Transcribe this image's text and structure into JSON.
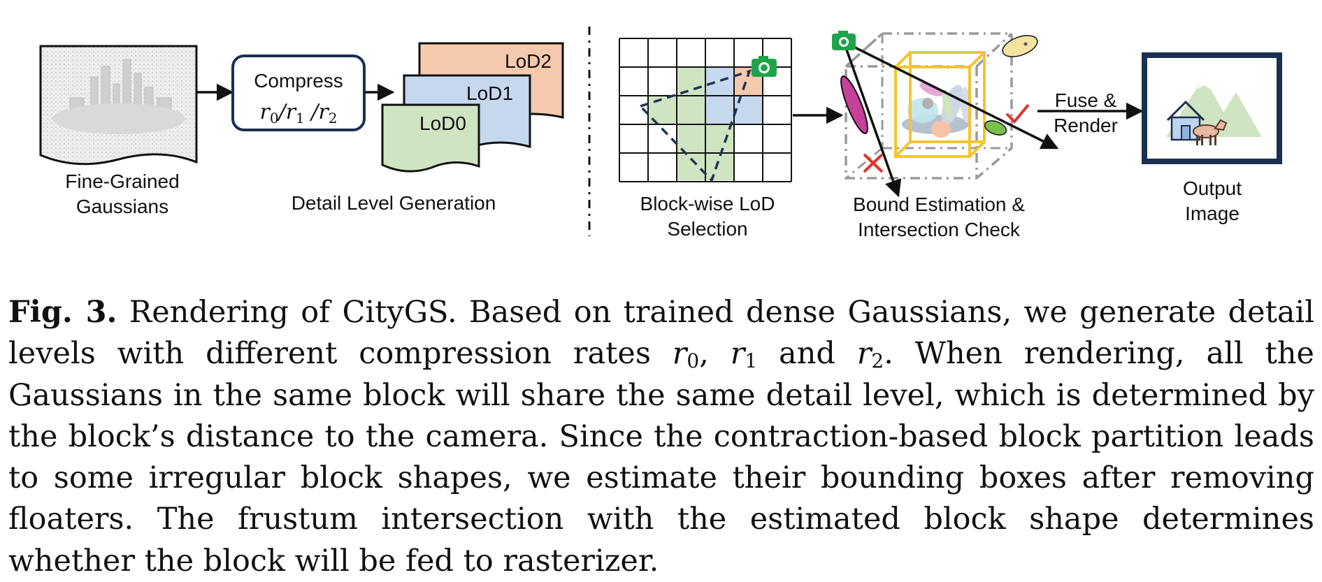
{
  "figure": {
    "fine_grained_label": [
      "Fine-Grained",
      "Gaussians"
    ],
    "compress_label": "Compress",
    "compress_rates": {
      "r": "r",
      "subs": [
        "0",
        "1",
        "2"
      ]
    },
    "lod_labels": [
      "LoD0",
      "LoD1",
      "LoD2"
    ],
    "detail_level_label": "Detail Level Generation",
    "blockwise_label": [
      "Block-wise LoD",
      "Selection"
    ],
    "bound_label": [
      "Bound Estimation &",
      "Intersection Check"
    ],
    "fuse_label": [
      "Fuse &",
      "Render"
    ],
    "output_label": [
      "Output",
      "Image"
    ],
    "colors": {
      "lod0": "#cfe4c1",
      "lod1": "#c5d8ee",
      "lod2": "#f5c9ad",
      "camera": "#1fa34a",
      "frustum": "#1f3554",
      "box": "#f4c430",
      "check": "#e0342c",
      "frame": "#1a3050"
    },
    "icons": [
      "camera-icon",
      "check-icon",
      "cross-icon",
      "house-icon",
      "mountain-icon",
      "animal-icon"
    ]
  },
  "caption": {
    "fig_label": "Fig. 3.",
    "text_part1": " Rendering of CityGS. Based on trained dense Gaussians, we generate detail levels with different compression rates ",
    "r0": "r",
    "r0_sub": "0",
    "sep1": ", ",
    "r1": "r",
    "r1_sub": "1",
    "sep2": " and ",
    "r2": "r",
    "r2_sub": "2",
    "text_part2": ". When rendering, all the Gaussians in the same block will share the same detail level, which is determined by the block’s distance to the camera. Since the contraction-based block partition leads to some irregular block shapes, we estimate their bounding boxes after removing floaters. The frustum intersection with the estimated block shape determines whether the block will be fed to rasterizer."
  }
}
